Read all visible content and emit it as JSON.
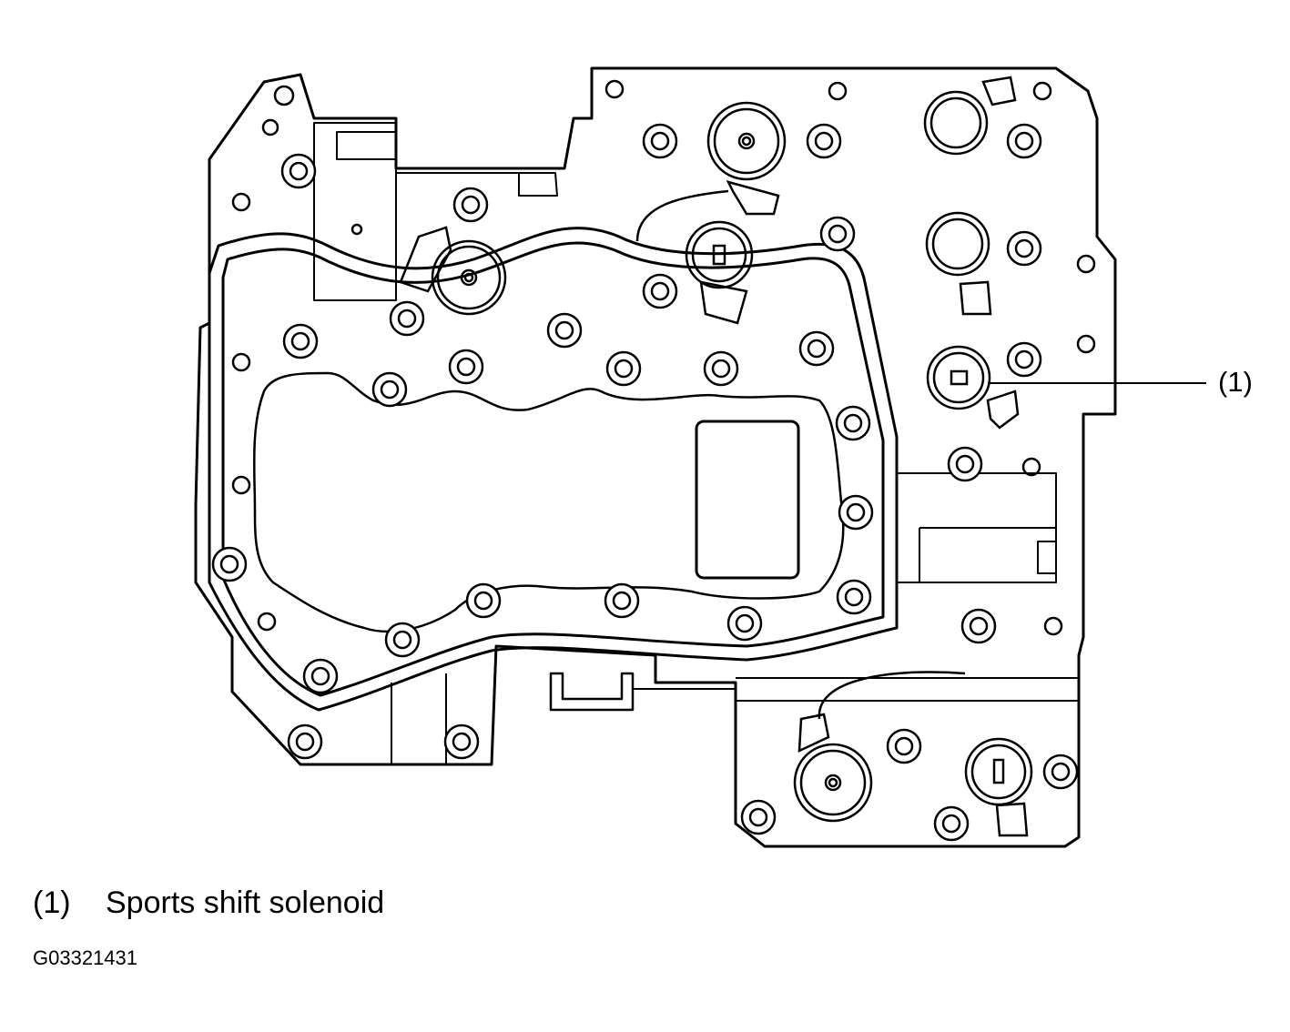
{
  "diagram": {
    "callout": {
      "number": "(1)"
    },
    "legend": [
      {
        "number": "(1)",
        "label": "Sports shift solenoid"
      }
    ],
    "figure_id": "G03321431"
  }
}
